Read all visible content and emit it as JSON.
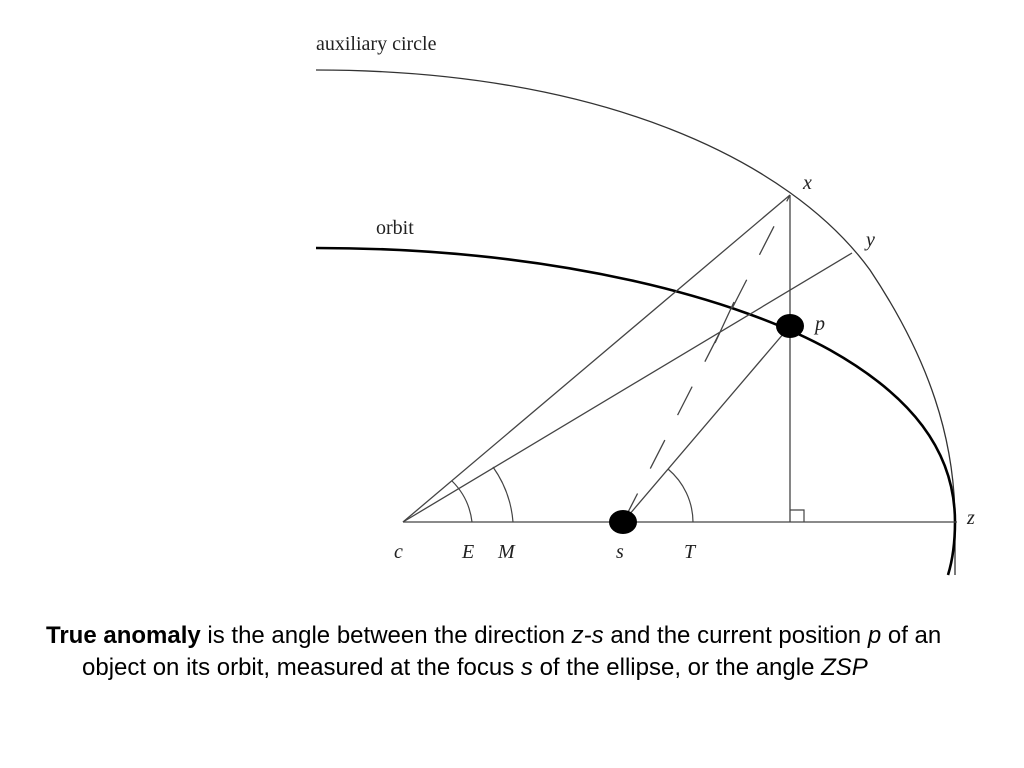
{
  "diagram": {
    "labels": {
      "auxiliary_circle": "auxiliary circle",
      "orbit": "orbit",
      "x": "x",
      "y": "y",
      "p": "p",
      "z": "z",
      "c": "c",
      "E": "E",
      "M": "M",
      "s": "s",
      "T": "T"
    }
  },
  "caption": {
    "term": "True anomaly",
    "t1": " is the angle between the direction ",
    "zs": "z-s",
    "t2": " and the current position ",
    "p": "p",
    "t3": " of an object on its orbit, measured at the focus ",
    "s": "s",
    "t4": " of the ellipse, or the angle ",
    "zsp": "ZSP"
  }
}
